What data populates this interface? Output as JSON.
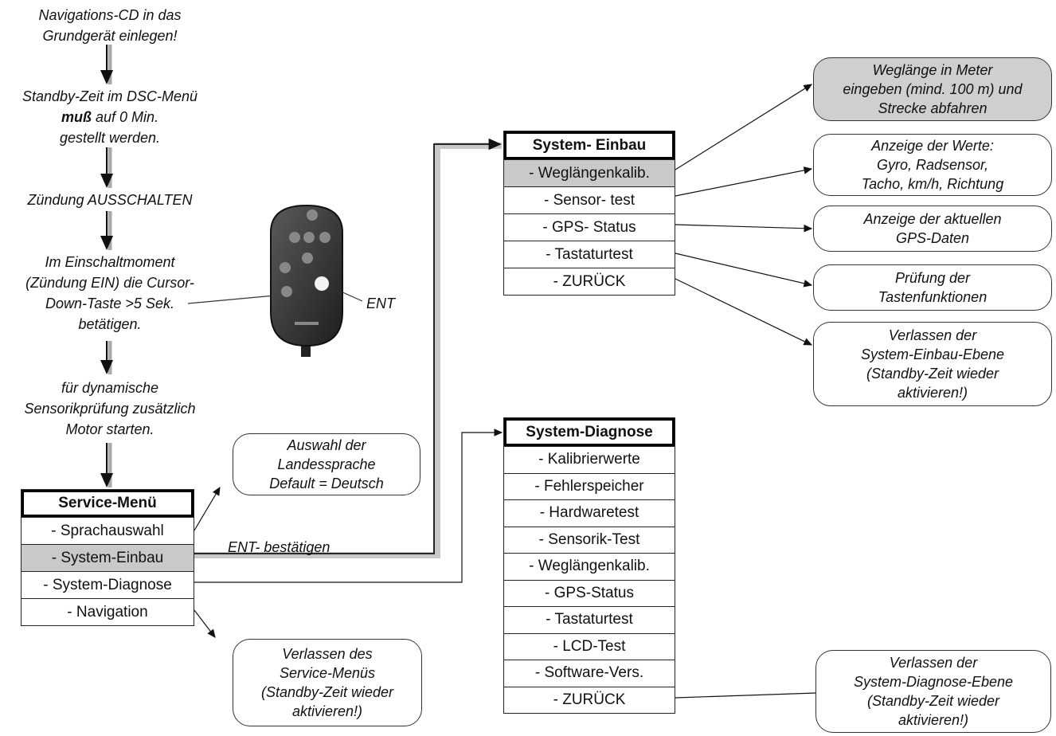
{
  "steps": [
    {
      "lines": [
        "Navigations-CD in das",
        "Grundgerät einlegen!"
      ]
    },
    {
      "lines": [
        "Standby-Zeit im DSC-Menü",
        "auf 0 Min.",
        "gestellt werden."
      ],
      "bold_word": "muß"
    },
    {
      "lines": [
        "Zündung AUSSCHALTEN"
      ]
    },
    {
      "lines": [
        "Im Einschaltmoment",
        "(Zündung EIN) die Cursor-",
        "Down-Taste >5 Sek.",
        "betätigen."
      ]
    },
    {
      "lines": [
        "für dynamische",
        "Sensorikprüfung zusätzlich",
        "Motor starten."
      ]
    }
  ],
  "remote": {
    "ent_label": "ENT"
  },
  "service_menu": {
    "title": "Service-Menü",
    "items": [
      "- Sprachauswahl",
      "- System-Einbau",
      "- System-Diagnose",
      "- Navigation"
    ]
  },
  "ent_confirm_label": "ENT- bestätigen",
  "einbau_menu": {
    "title": "System- Einbau",
    "items": [
      "- Weglängenkalib.",
      "- Sensor- test",
      "- GPS- Status",
      "- Tastaturtest",
      "- ZURÜCK"
    ]
  },
  "diagnose_menu": {
    "title": "System-Diagnose",
    "items": [
      "- Kalibrierwerte",
      "- Fehlerspeicher",
      "- Hardwaretest",
      "- Sensorik-Test",
      "- Weglängenkalib.",
      "- GPS-Status",
      "- Tastaturtest",
      "- LCD-Test",
      "- Software-Vers.",
      "- ZURÜCK"
    ]
  },
  "bubbles": {
    "sprache": [
      "Auswahl der",
      "Landessprache",
      "Default = Deutsch"
    ],
    "navigation": [
      "Verlassen des",
      "Service-Menüs",
      "(Standby-Zeit wieder",
      "aktivieren!)"
    ],
    "weglaenge": [
      "Weglänge in Meter",
      "eingeben (mind. 100 m) und",
      "Strecke abfahren"
    ],
    "sensor": [
      "Anzeige der Werte:",
      "Gyro, Radsensor,",
      "Tacho, km/h, Richtung"
    ],
    "gps": [
      "Anzeige der aktuellen",
      "GPS-Daten"
    ],
    "tastatur": [
      "Prüfung der",
      "Tastenfunktionen"
    ],
    "einbau_zurueck": [
      "Verlassen der",
      "System-Einbau-Ebene",
      "(Standby-Zeit wieder",
      "aktivieren!)"
    ],
    "diagnose_zurueck": [
      "Verlassen der",
      "System-Diagnose-Ebene",
      "(Standby-Zeit wieder",
      "aktivieren!)"
    ]
  }
}
